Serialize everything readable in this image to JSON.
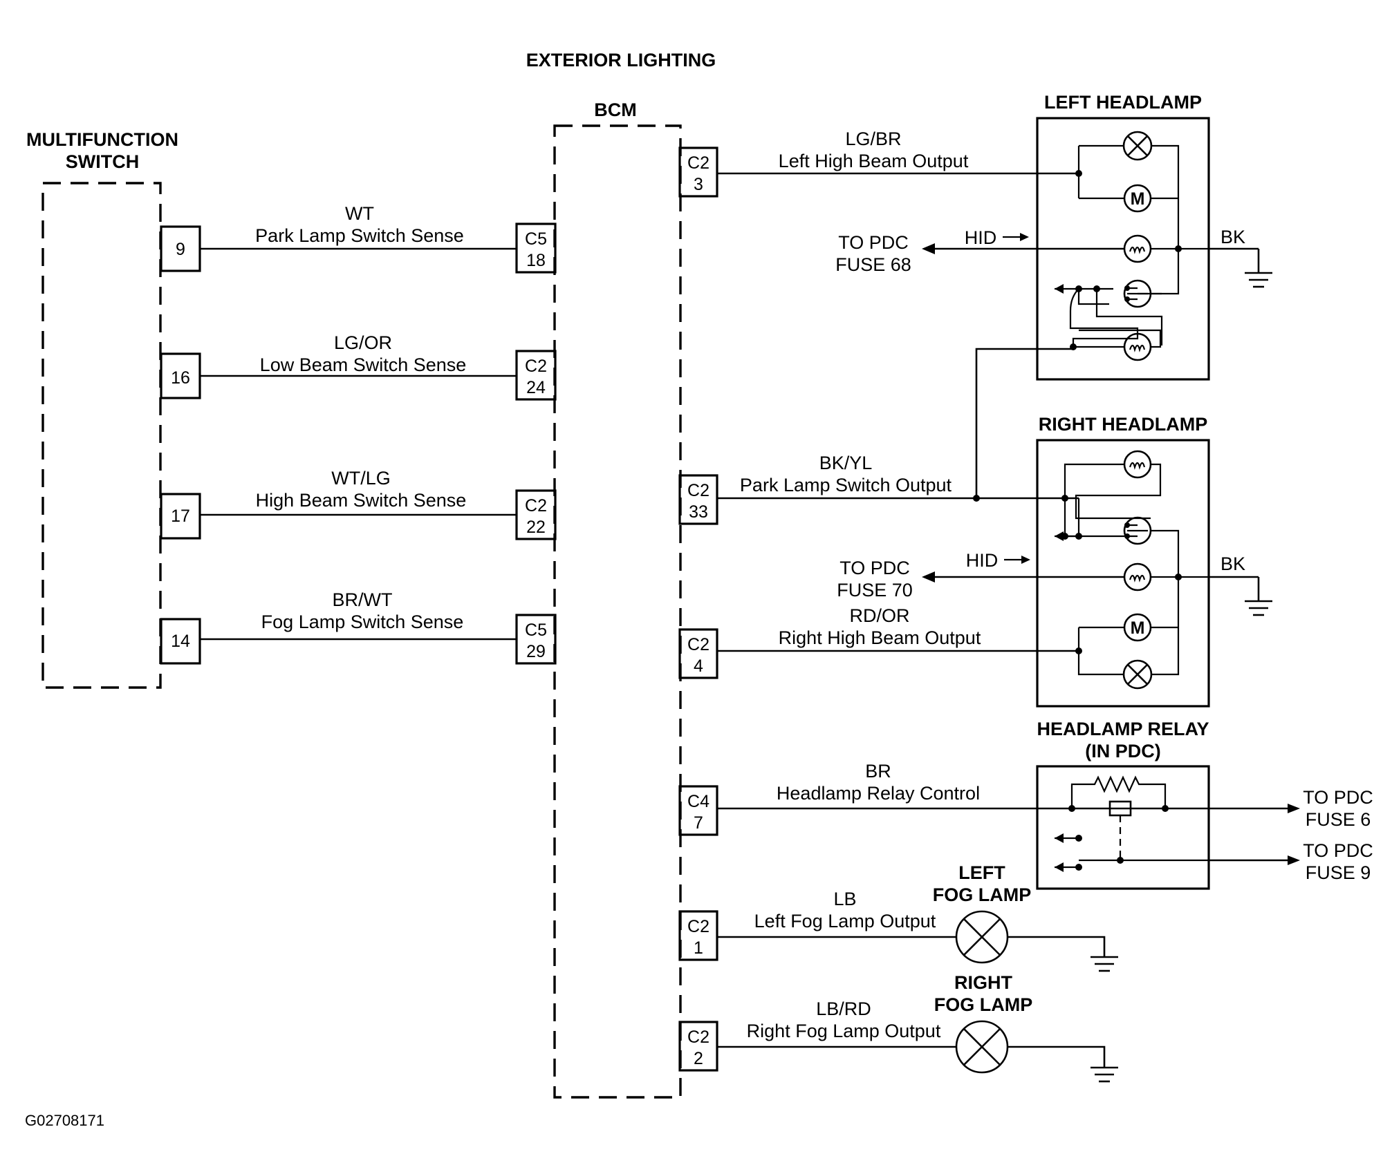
{
  "title": "EXTERIOR LIGHTING",
  "figure_id": "G02708171",
  "multifunction_switch": {
    "label_line1": "MULTIFUNCTION",
    "label_line2": "SWITCH",
    "pins": [
      "9",
      "16",
      "17",
      "14"
    ]
  },
  "bcm": {
    "label": "BCM"
  },
  "left_circuits": [
    {
      "color": "WT",
      "name": "Park Lamp Switch Sense",
      "connector": "C5",
      "pin": "18"
    },
    {
      "color": "LG/OR",
      "name": "Low Beam Switch Sense",
      "connector": "C2",
      "pin": "24"
    },
    {
      "color": "WT/LG",
      "name": "High Beam Switch Sense",
      "connector": "C2",
      "pin": "22"
    },
    {
      "color": "BR/WT",
      "name": "Fog Lamp Switch Sense",
      "connector": "C5",
      "pin": "29"
    }
  ],
  "right_circuits": [
    {
      "color": "LG/BR",
      "name": "Left High Beam Output",
      "connector": "C2",
      "pin": "3"
    },
    {
      "color": "BK/YL",
      "name": "Park Lamp Switch Output",
      "connector": "C2",
      "pin": "33"
    },
    {
      "color": "RD/OR",
      "name": "Right High Beam Output",
      "connector": "C2",
      "pin": "4"
    },
    {
      "color": "BR",
      "name": "Headlamp Relay Control",
      "connector": "C4",
      "pin": "7"
    },
    {
      "color": "LB",
      "name": "Left Fog Lamp Output",
      "connector": "C2",
      "pin": "1"
    },
    {
      "color": "LB/RD",
      "name": "Right Fog Lamp Output",
      "connector": "C2",
      "pin": "2"
    }
  ],
  "left_headlamp": {
    "label": "LEFT HEADLAMP",
    "pdc_line1": "TO PDC",
    "pdc_line2": "FUSE 68",
    "hid": "HID",
    "ground_color": "BK"
  },
  "right_headlamp": {
    "label": "RIGHT HEADLAMP",
    "pdc_line1": "TO PDC",
    "pdc_line2": "FUSE 70",
    "hid": "HID",
    "ground_color": "BK"
  },
  "headlamp_relay": {
    "label_line1": "HEADLAMP RELAY",
    "label_line2": "(IN PDC)",
    "out1_line1": "TO PDC",
    "out1_line2": "FUSE 6",
    "out2_line1": "TO PDC",
    "out2_line2": "FUSE 9"
  },
  "left_fog_lamp": {
    "label_line1": "LEFT",
    "label_line2": "FOG LAMP"
  },
  "right_fog_lamp": {
    "label_line1": "RIGHT",
    "label_line2": "FOG LAMP"
  },
  "icons": [
    "lamp-x-icon",
    "motor-icon",
    "filament-bulb-icon",
    "dual-filament-bulb-icon",
    "ground-icon",
    "relay-coil-icon",
    "arrow-icon"
  ]
}
